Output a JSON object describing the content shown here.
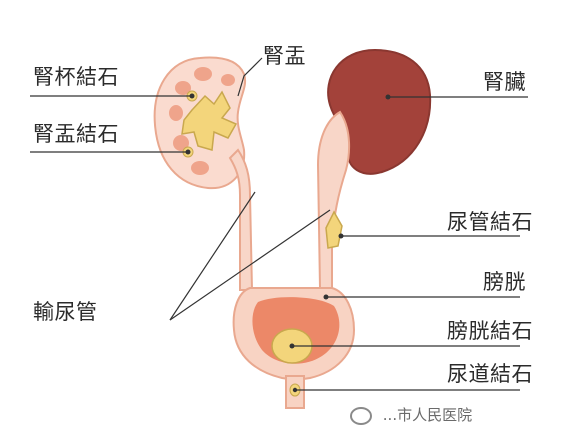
{
  "labels": {
    "renal_calyx_stone": "腎杯結石",
    "renal_pelvis": "腎盂",
    "renal_pelvis_stone": "腎盂結石",
    "kidney": "腎臟",
    "ureter_stone": "尿管結石",
    "ureter": "輸尿管",
    "bladder": "膀胱",
    "bladder_stone": "膀胱結石",
    "urethra_stone": "尿道結石"
  },
  "watermark": {
    "text": "...市人民医院"
  },
  "colors": {
    "kidney_dark": "#a3423a",
    "tissue_pink": "#f6d2c2",
    "tissue_outline": "#e9a88f",
    "stone_yellow": "#f3d57b",
    "bladder_inner": "#ec8868",
    "line": "#333333"
  }
}
